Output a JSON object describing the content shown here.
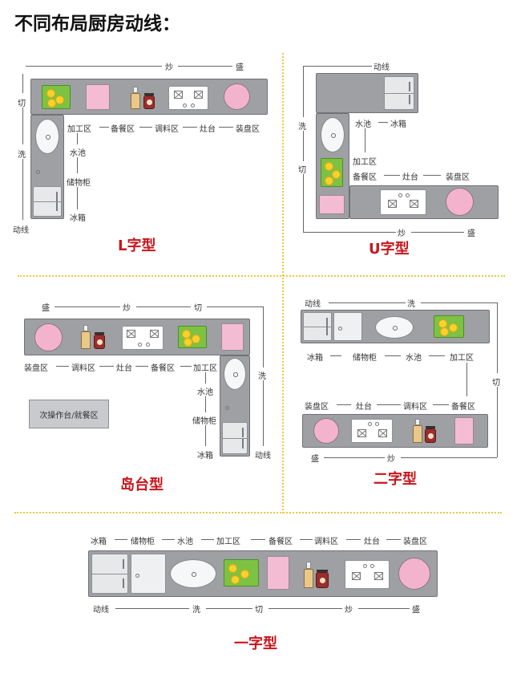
{
  "title": "不同布局厨房动线：",
  "layouts": {
    "l": {
      "name": "L字型",
      "flow": [
        "炒",
        "盛",
        "切",
        "洗",
        "动线"
      ],
      "zones": [
        "加工区",
        "备餐区",
        "调料区",
        "灶台",
        "装盘区",
        "水池",
        "储物柜",
        "冰箱"
      ]
    },
    "u": {
      "name": "U字型",
      "flow": [
        "动线",
        "洗",
        "切",
        "炒",
        "盛"
      ],
      "zones": [
        "水池",
        "冰箱",
        "加工区",
        "备餐区",
        "灶台",
        "装盘区"
      ]
    },
    "island": {
      "name": "岛台型",
      "flow": [
        "盛",
        "炒",
        "切",
        "洗",
        "动线"
      ],
      "zones": [
        "装盘区",
        "调料区",
        "灶台",
        "备餐区",
        "加工区",
        "水池",
        "储物柜",
        "冰箱"
      ],
      "island_label": "次操作台/就餐区"
    },
    "two": {
      "name": "二字型",
      "flow": [
        "动线",
        "洗",
        "切",
        "盛",
        "炒"
      ],
      "zones": [
        "冰箱",
        "储物柜",
        "水池",
        "加工区",
        "装盘区",
        "灶台",
        "调料区",
        "备餐区"
      ]
    },
    "one": {
      "name": "一字型",
      "flow": [
        "动线",
        "洗",
        "切",
        "炒",
        "盛"
      ],
      "zones": [
        "冰箱",
        "储物柜",
        "水池",
        "加工区",
        "备餐区",
        "调料区",
        "灶台",
        "装盘区"
      ]
    }
  },
  "icons": [
    "fridge-icon",
    "cabinet-icon",
    "sink-icon",
    "cutting-board-icon",
    "prep-board-icon",
    "seasoning-bottle-icon",
    "jar-icon",
    "stove-icon",
    "plate-icon"
  ],
  "colors": {
    "counter": "#9ea0a4",
    "title_red": "#c8161d",
    "separator": "#e8c93e",
    "plate": "#f4b3cc",
    "board": "#7dc242"
  }
}
